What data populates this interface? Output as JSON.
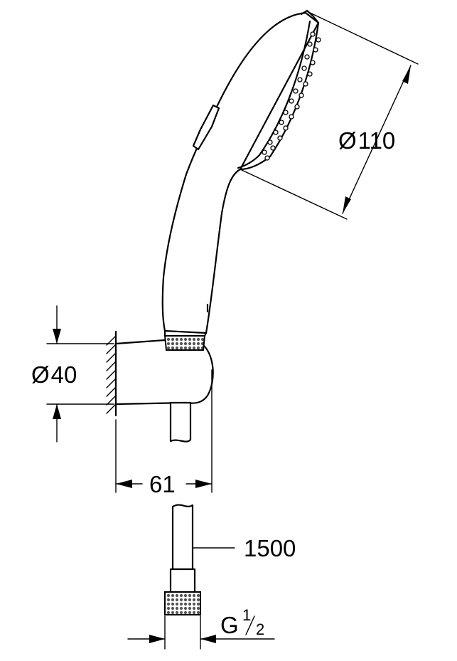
{
  "dimensions": {
    "head_diameter": {
      "symbol": "Ø",
      "value": "110"
    },
    "holder_diameter": {
      "symbol": "Ø",
      "value": "40"
    },
    "projection": {
      "value": "61"
    },
    "hose_length": {
      "value": "1500"
    },
    "thread": {
      "prefix": "G",
      "numerator": "1",
      "denominator": "2"
    }
  },
  "colors": {
    "line": "#000000",
    "background": "#ffffff",
    "knurl": "#6b6b6b"
  }
}
